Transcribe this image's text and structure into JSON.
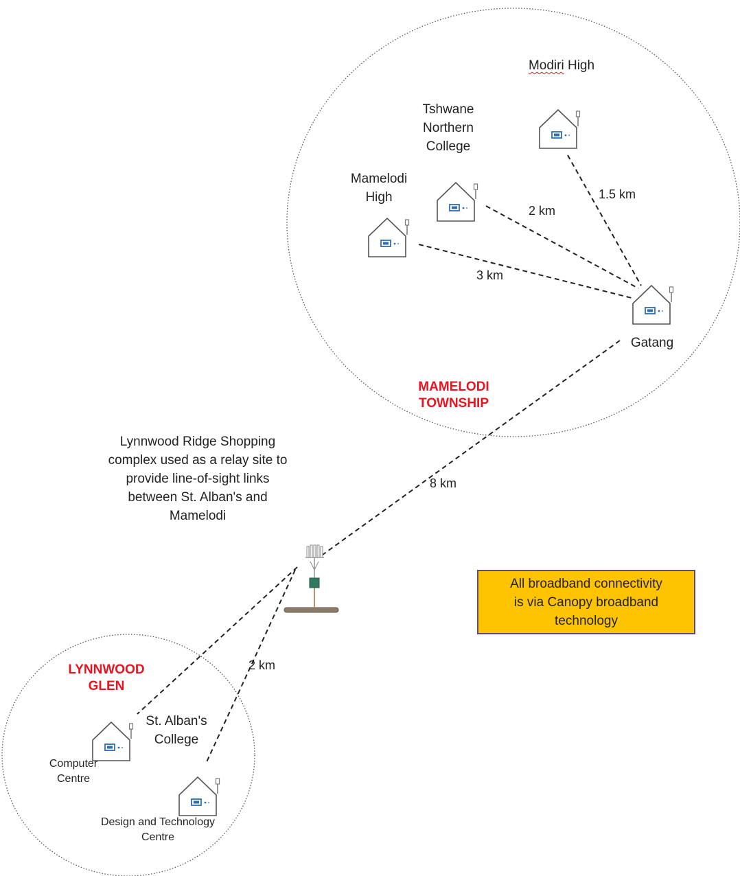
{
  "regions": {
    "mamelodi": "MAMELODI\nTOWNSHIP",
    "lynnwood": "LYNNWOOD\nGLEN"
  },
  "sites": {
    "modiri": {
      "prefix": "Modiri",
      "suffix": " High"
    },
    "tshwane": "Tshwane\nNorthern\nCollege",
    "mamelodi_high": "Mamelodi\nHigh",
    "gatang": "Gatang",
    "st_albans": "St. Alban's\nCollege",
    "computer_centre": "Computer\nCentre",
    "design_centre": "Design and Technology\nCentre"
  },
  "distances": {
    "modiri_gatang": "1.5 km",
    "tshwane_gatang": "2 km",
    "mamelodi_gatang": "3 km",
    "relay_gatang": "8 km",
    "relay_st_albans": "2 km"
  },
  "relay_caption": "Lynnwood Ridge Shopping\ncomplex used as a relay site to\nprovide line-of-sight links\nbetween St. Alban's and\nMamelodi",
  "note": "All broadband connectivity\nis via Canopy broadband\ntechnology",
  "icons": {
    "building": "building-with-antenna-icon",
    "relay": "relay-tower-icon"
  },
  "colors": {
    "region_label": "#e8141f",
    "note_fill": "#ffc400",
    "note_border": "#5a4a8c",
    "link_line": "#222222",
    "device_blue": "#2f6fb0",
    "relay_unit": "#2f7a5e",
    "relay_base": "#8a7a6a"
  }
}
